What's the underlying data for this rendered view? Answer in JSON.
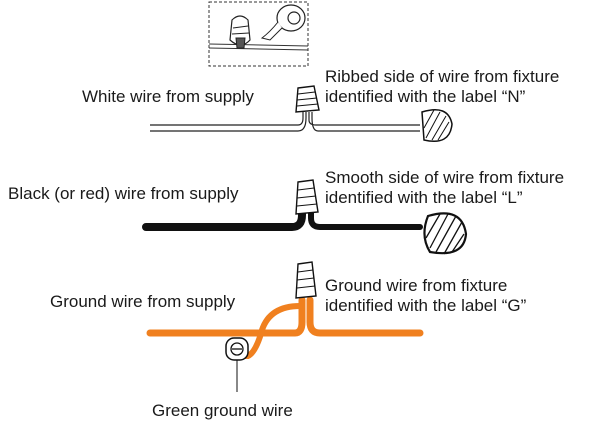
{
  "labels": {
    "white_supply": "White wire from supply",
    "ribbed_line1": "Ribbed side of wire from fixture",
    "ribbed_line2": "identified with the label “N”",
    "black_supply": "Black (or red) wire from supply",
    "smooth_line1": "Smooth side of wire from fixture",
    "smooth_line2": "identified with the label “L”",
    "ground_supply": "Ground wire from supply",
    "ground_fixture_line1": "Ground wire from fixture",
    "ground_fixture_line2": "identified with the label “G”",
    "green_ground": "Green ground wire"
  },
  "colors": {
    "ground_wire": "#f0801f",
    "black_wire": "#111111",
    "outline": "#1a1a1a"
  }
}
